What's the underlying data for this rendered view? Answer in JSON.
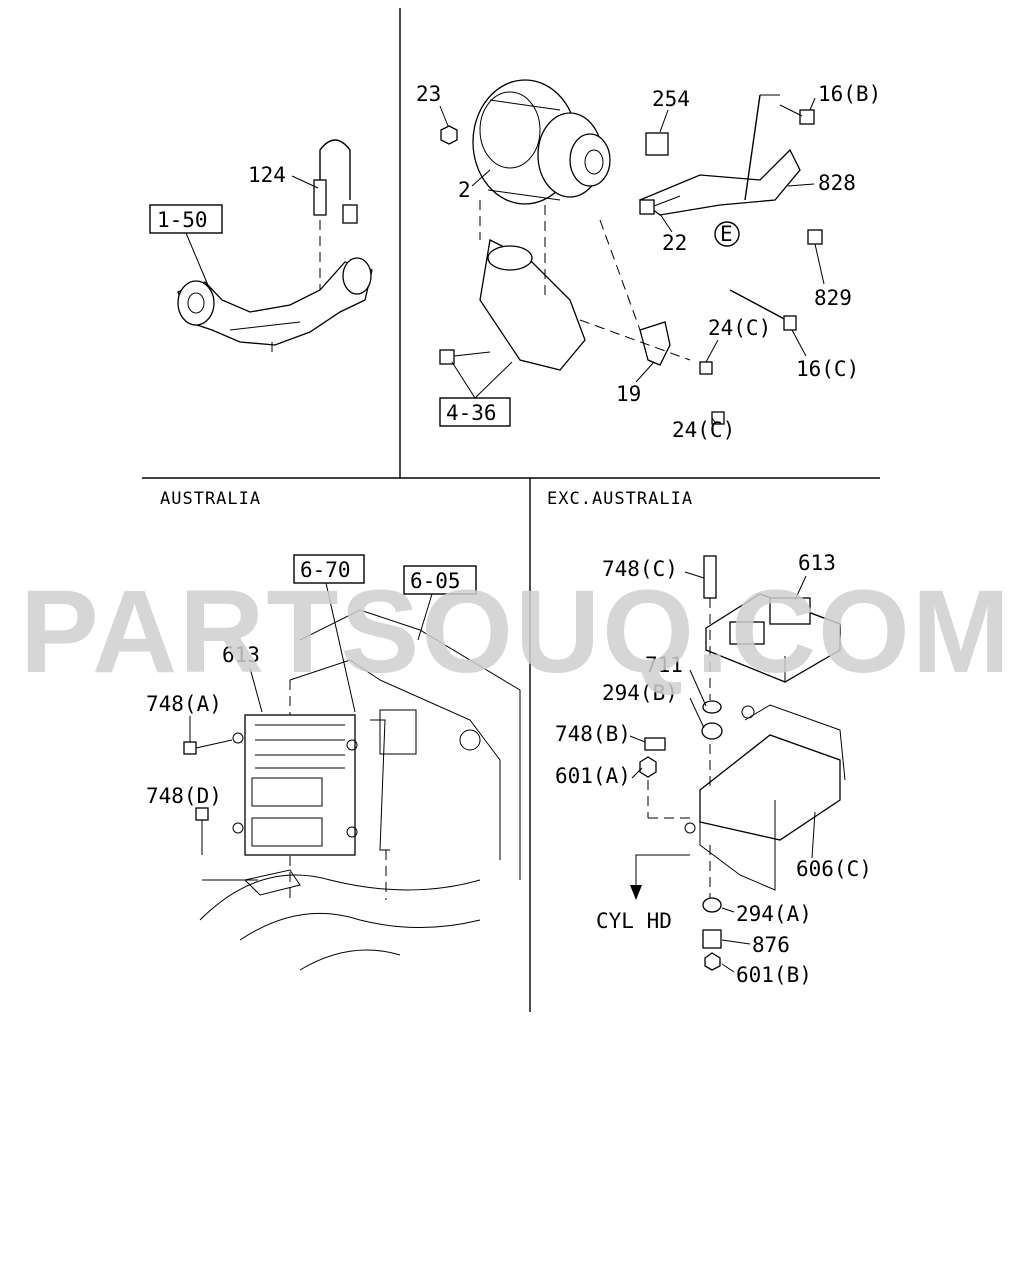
{
  "sections": {
    "top_left": {
      "ref_box": "1-50",
      "labels": [
        "124"
      ]
    },
    "top_right": {
      "ref_box": "4-36",
      "labels": [
        "23",
        "2",
        "254",
        "16(B)",
        "828",
        "22",
        "E",
        "829",
        "24(C)",
        "16(C)",
        "19",
        "24(C)"
      ]
    },
    "australia": {
      "title": "AUSTRALIA",
      "ref_boxes": [
        "6-70",
        "6-05"
      ],
      "labels": [
        "613",
        "748(A)",
        "748(D)"
      ]
    },
    "exc_australia": {
      "title": "EXC.AUSTRALIA",
      "labels": [
        "748(C)",
        "613",
        "711",
        "294(B)",
        "748(B)",
        "601(A)",
        "606(C)",
        "294(A)",
        "876",
        "601(B)"
      ],
      "direction_label": "CYL HD"
    }
  },
  "watermark": "PARTSOUQ.COM"
}
